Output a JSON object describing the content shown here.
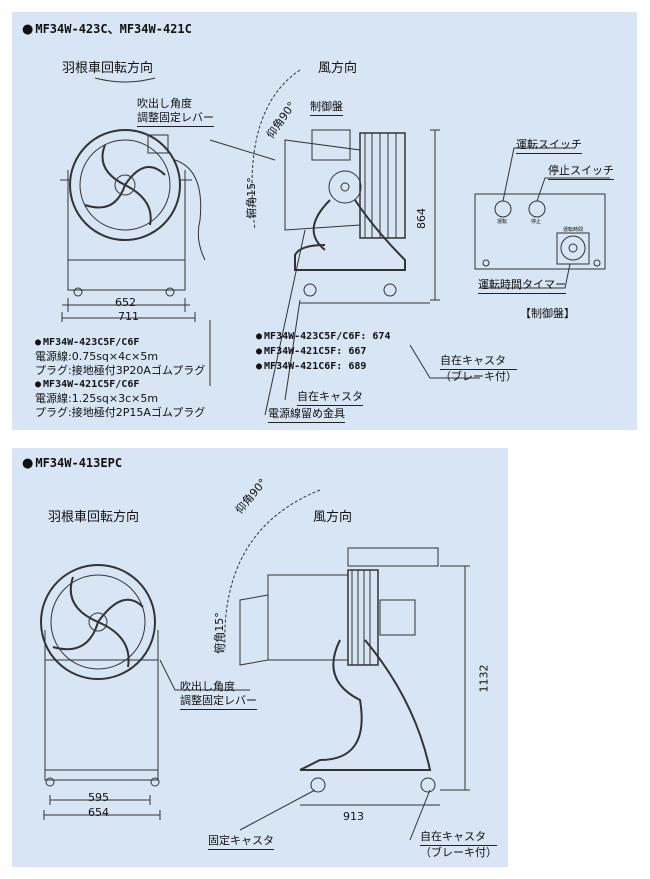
{
  "top": {
    "title": "MF34W-423C、MF34W-421C",
    "rotation": "羽根車回転方向",
    "wind": "風方向",
    "lever": [
      "吹出し角度",
      "調整固定レバー"
    ],
    "elev": "仰角90°",
    "dep": "俯角15°",
    "panel": "制御盤",
    "dim_652": "652",
    "dim_711": "711",
    "dim_864": "864",
    "spec1_title": "MF34W-423C5F/C6F",
    "spec1_cable": "電源線:0.75sq×4c×5m",
    "spec1_plug": "プラグ:接地極付3P20Aゴムプラグ",
    "spec2_title": "MF34W-421C5F/C6F",
    "spec2_cable": "電源線:1.25sq×3c×5m",
    "spec2_plug": "プラグ:接地極付2P15Aゴムプラグ",
    "depth1": "MF34W-423C5F/C6F: 674",
    "depth2": "MF34W-421C5F: 667",
    "depth3": "MF34W-421C6F: 689",
    "caster": "自在キャスタ",
    "caster_brake": "自在キャスタ",
    "brake": "（ブレーキ付）",
    "cable_clamp": "電源線留め金具",
    "run_switch": "運転スイッチ",
    "stop_switch": "停止スイッチ",
    "timer": "運転時間タイマー",
    "panel_caption": "【制御盤】",
    "run_small": "運転",
    "stop_small": "停止",
    "timer_small": "運転時間"
  },
  "bottom": {
    "title": "MF34W-413EPC",
    "rotation": "羽根車回転方向",
    "wind": "風方向",
    "elev": "仰角90°",
    "dep": "俯角15°",
    "lever": [
      "吹出し角度",
      "調整固定レバー"
    ],
    "dim_595": "595",
    "dim_654": "654",
    "dim_913": "913",
    "dim_1132": "1132",
    "fixed_caster": "固定キャスタ",
    "caster": "自在キャスタ",
    "brake": "（ブレーキ付）"
  }
}
